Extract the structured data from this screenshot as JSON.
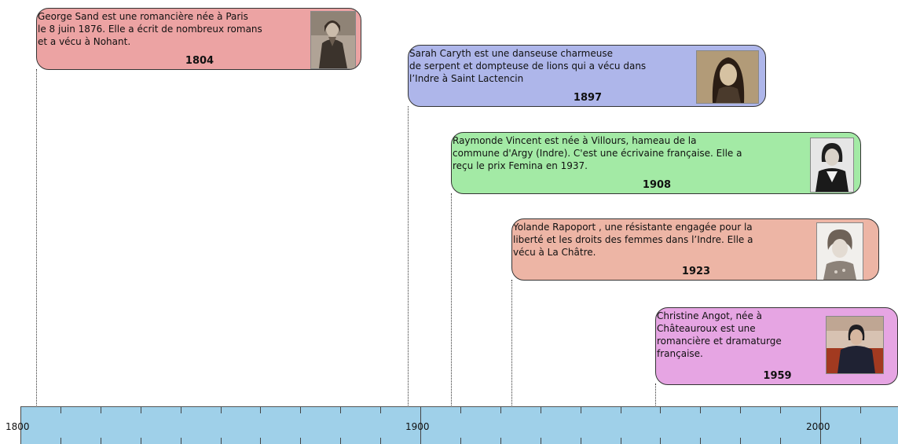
{
  "events": [
    {
      "text": "George Sand est une romancière née à Paris\nle 8 juin 1876. Elle a écrit de nombreux romans\net a vécu à Nohant.",
      "year": "1804",
      "color": "#eca3a3",
      "photo": "portrait-photo-george-sand"
    },
    {
      "text": "Sarah Caryth est une danseuse  charmeuse\nde serpent et dompteuse de lions qui a vécu dans\nl’Indre à Saint Lactencin",
      "year": "1897",
      "color": "#aeb6ea",
      "photo": "portrait-photo-sarah-caryth"
    },
    {
      "text": "Raymonde Vincent est née à Villours, hameau de la\ncommune d'Argy (Indre). C'est une écrivaine française. Elle a\nreçu le prix Femina en 1937.",
      "year": "1908",
      "color": "#a3eaa5",
      "photo": "portrait-photo-raymonde-vincent"
    },
    {
      "text": "Yolande Rapoport , une résistante engagée pour la\nliberté et les droits des femmes dans l’Indre. Elle a\nvécu à La Châtre.",
      "year": "1923",
      "color": "#edb5a5",
      "photo": "portrait-photo-yolande-rapoport"
    },
    {
      "text": "Christine Angot, née à\nChâteauroux est une\nromancière et dramaturge\nfrançaise.",
      "year": "1959",
      "color": "#e6a5e3",
      "photo": "portrait-photo-christine-angot"
    }
  ],
  "axis": {
    "labels": [
      "1800",
      "1900",
      "2000"
    ],
    "color": "#9fd0e9"
  }
}
